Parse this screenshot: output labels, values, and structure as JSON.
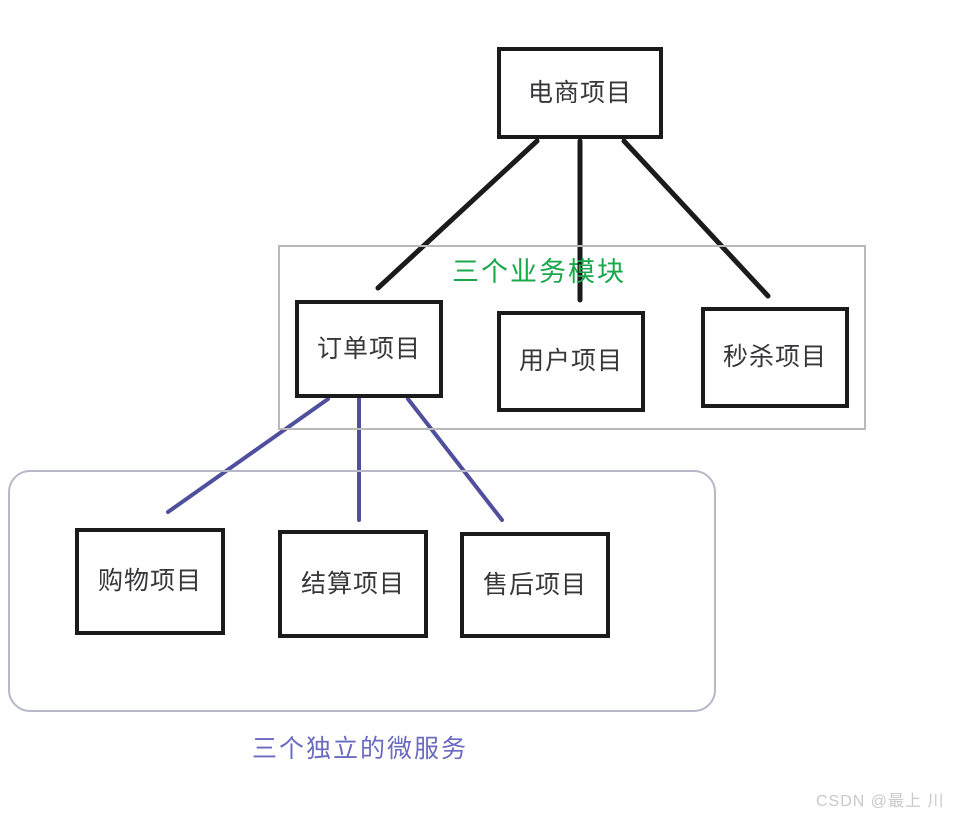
{
  "diagram": {
    "title_node": {
      "label": "电商项目"
    },
    "module_group": {
      "caption": "三个业务模块",
      "caption_color": "#19a84b",
      "border_color": "#b9b9bb",
      "nodes": [
        {
          "label": "订单项目"
        },
        {
          "label": "用户项目"
        },
        {
          "label": "秒杀项目"
        }
      ]
    },
    "microservice_group": {
      "caption": "三个独立的微服务",
      "caption_color": "#6a6ac0",
      "border_color": "#b6b7c9",
      "nodes": [
        {
          "label": "购物项目"
        },
        {
          "label": "结算项目"
        },
        {
          "label": "售后项目"
        }
      ]
    },
    "edges": {
      "top_edge_color": "#1b1b1b",
      "sub_edge_color": "#4f4f9d"
    },
    "watermark": "CSDN @最上 川"
  }
}
